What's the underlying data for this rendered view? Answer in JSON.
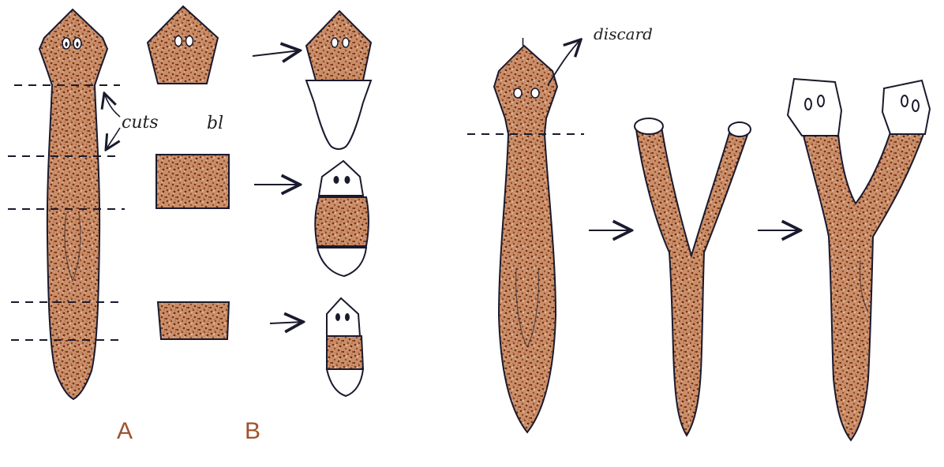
{
  "labels": {
    "panel_a": "A",
    "panel_b": "B",
    "cuts": "cuts",
    "bl": "bl",
    "discard": "discard",
    "head_mark": "ı"
  },
  "colors": {
    "stipple": "#a0522d",
    "outline": "#1a1a2e",
    "panel_label": "#a0522d",
    "background": "#ffffff"
  }
}
